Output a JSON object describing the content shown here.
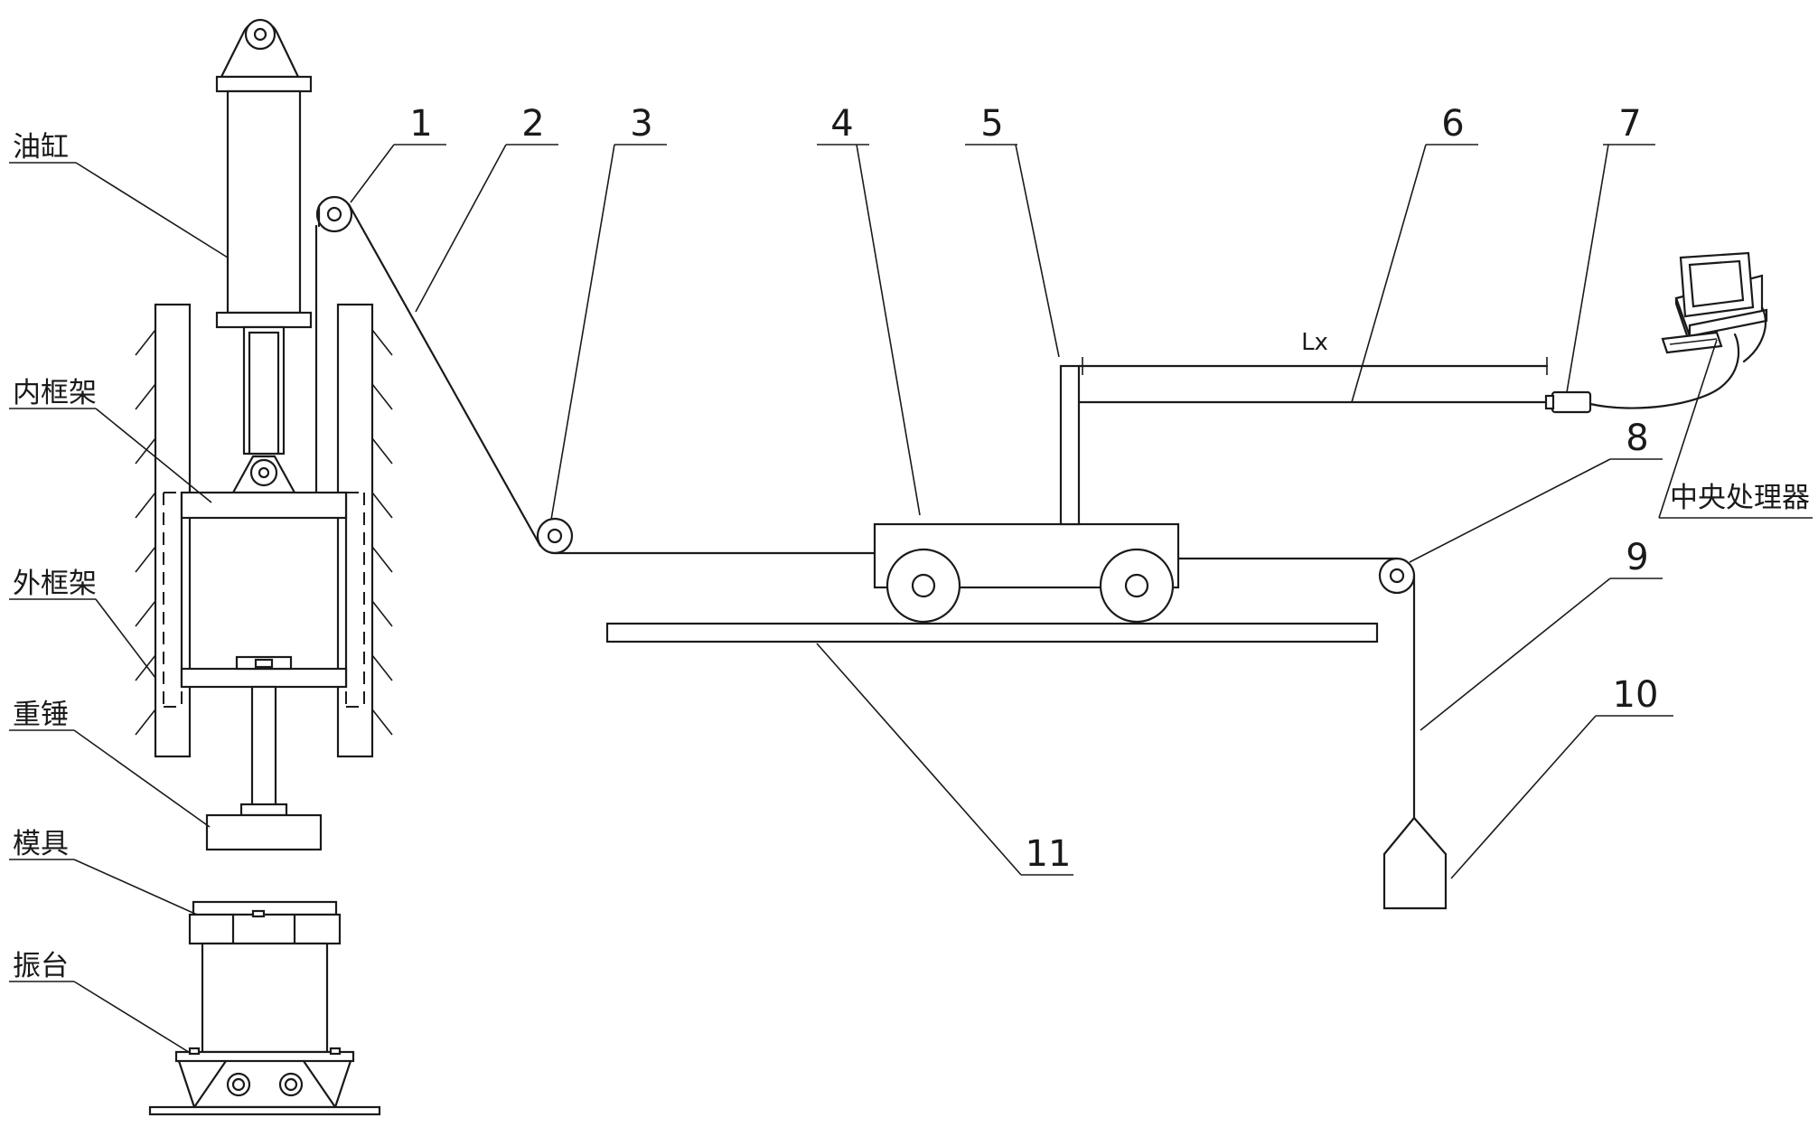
{
  "labels": {
    "cylinder": "油缸",
    "inner_frame": "内框架",
    "outer_frame": "外框架",
    "hammer": "重锤",
    "mold": "模具",
    "vibration_table": "振台",
    "cpu": "中央处理器",
    "distance": "Lx"
  },
  "numbers": {
    "n1": "1",
    "n2": "2",
    "n3": "3",
    "n4": "4",
    "n5": "5",
    "n6": "6",
    "n7": "7",
    "n8": "8",
    "n9": "9",
    "n10": "10",
    "n11": "11"
  }
}
